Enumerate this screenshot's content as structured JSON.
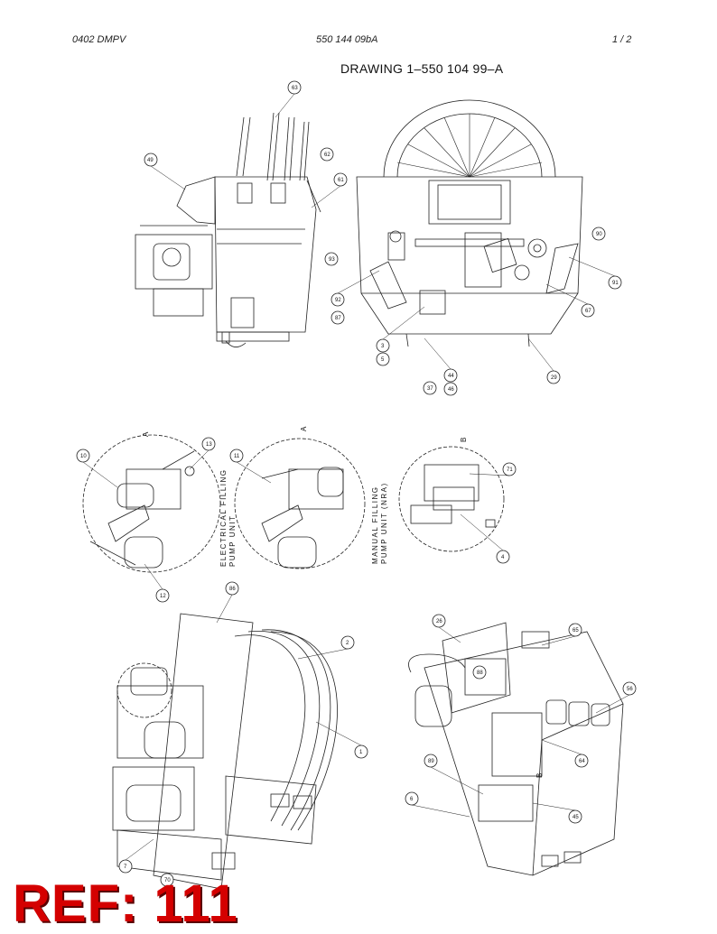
{
  "header": {
    "left": "0402 DMPV",
    "center": "550 144 09bA",
    "right": "1 /  2"
  },
  "title": "DRAWING 1–550 104 99–A",
  "labels": {
    "electrical_line1": "ELECTRICAL FILLING",
    "electrical_line2": "PUMP UNIT",
    "manual_line1": "MANUAL FILLING",
    "manual_line2": "PUMP UNIT (NRA)",
    "detail_a": "A",
    "detail_a2": "A",
    "detail_b": "B",
    "detail_b2": "B"
  },
  "callouts": {
    "c63": "63",
    "c61": "61",
    "c62": "62",
    "c49": "49",
    "c91": "91",
    "c90": "90",
    "c67": "67",
    "c29": "29",
    "c44": "44",
    "c46": "46",
    "c37": "37",
    "c3": "3",
    "c5": "5",
    "c87": "87",
    "c92": "92",
    "c93": "93",
    "c10": "10",
    "c11": "11",
    "c12": "12",
    "c13": "13",
    "c71": "71",
    "c4": "4",
    "c86": "86",
    "c2": "2",
    "c1": "1",
    "c7": "7",
    "c70": "70",
    "c26": "26",
    "c65": "65",
    "c56": "56",
    "c88": "88",
    "c64": "64",
    "c45": "45",
    "c6": "6",
    "c89": "89"
  },
  "stamp": "REF: 111"
}
